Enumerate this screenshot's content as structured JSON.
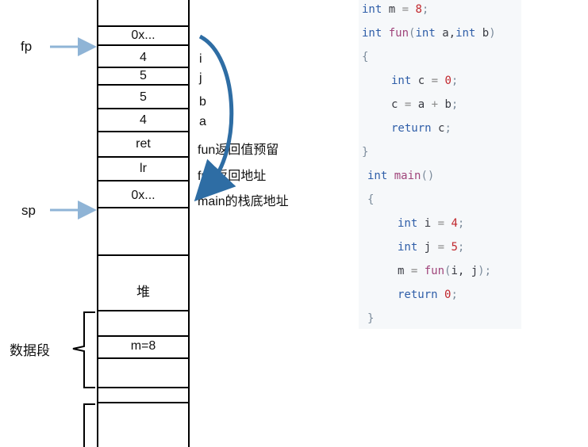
{
  "stack_cells": [
    {
      "value": "0x...",
      "label": "i"
    },
    {
      "value": "4",
      "label": "j"
    },
    {
      "value": "5",
      "label": "b"
    },
    {
      "value": "5",
      "label": "a"
    },
    {
      "value": "4",
      "label": ""
    },
    {
      "value": "ret",
      "label": "fun返回值预留"
    },
    {
      "value": "lr",
      "label": "fun返回地址"
    },
    {
      "value": "0x...",
      "label": "main的栈底地址"
    }
  ],
  "pointers": {
    "fp": "fp",
    "sp": "sp"
  },
  "heap_label": "堆",
  "data_segment": {
    "label": "数据段",
    "value": "m=8"
  },
  "code": {
    "line1": {
      "kw": "int",
      "rest": " m ",
      "op": "=",
      "num": "8",
      "end": ";"
    },
    "line2": {
      "kw": "int",
      "fn": "fun",
      "open": "(",
      "kw2": "int",
      "p1": " a,",
      "kw3": "int",
      "p2": " b",
      "close": ")"
    },
    "line3": "{",
    "line4": {
      "kw": "int",
      "rest": " c ",
      "op": "=",
      "num": "0",
      "end": ";"
    },
    "line5": {
      "rest": "c ",
      "op": "=",
      "rest2": " a ",
      "op2": "+",
      "rest3": " b",
      "end": ";"
    },
    "line6": {
      "kw": "return",
      "rest": " c",
      "end": ";"
    },
    "line7": "}",
    "line8": {
      "kw": "int",
      "fn": "main",
      "end": "()"
    },
    "line9": "{",
    "line10": {
      "kw": "int",
      "rest": " i ",
      "op": "=",
      "num": "4",
      "end": ";"
    },
    "line11": {
      "kw": "int",
      "rest": " j ",
      "op": "=",
      "num": "5",
      "end": ";"
    },
    "line12": {
      "rest": "m ",
      "op": "=",
      "fn": " fun",
      "open": "(",
      "args": "i, j",
      "close": ")",
      "end": ";"
    },
    "line13": {
      "kw": "return",
      "num": " 0",
      "end": ";"
    },
    "line14": "}"
  },
  "colors": {
    "arrow": "#2e6da4",
    "pointer_arrow": "#8fb4d6"
  }
}
